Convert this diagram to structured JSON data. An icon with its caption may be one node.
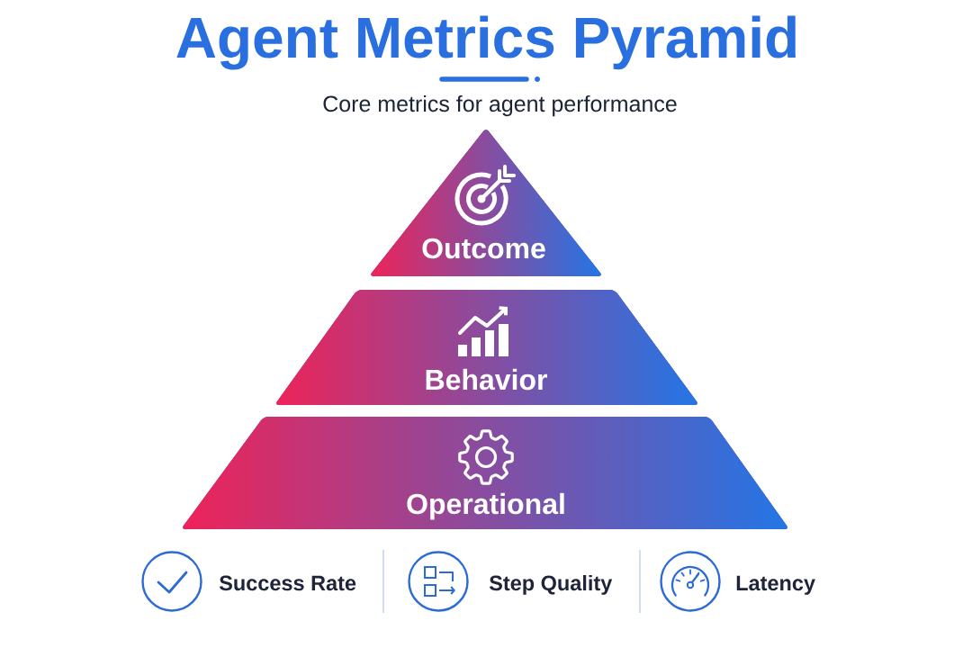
{
  "diagram": {
    "title": "Agent Metrics Pyramid",
    "nodes": [
      {
        "text": [
          "Outcome"
        ]
      },
      {
        "text": [
          "Behavior"
        ]
      },
      {
        "text": [
          "Operational"
        ]
      }
    ],
    "labels": [
      "Core metrics for agent performance",
      "Success Rate",
      "Step Quality",
      "Latency"
    ]
  }
}
